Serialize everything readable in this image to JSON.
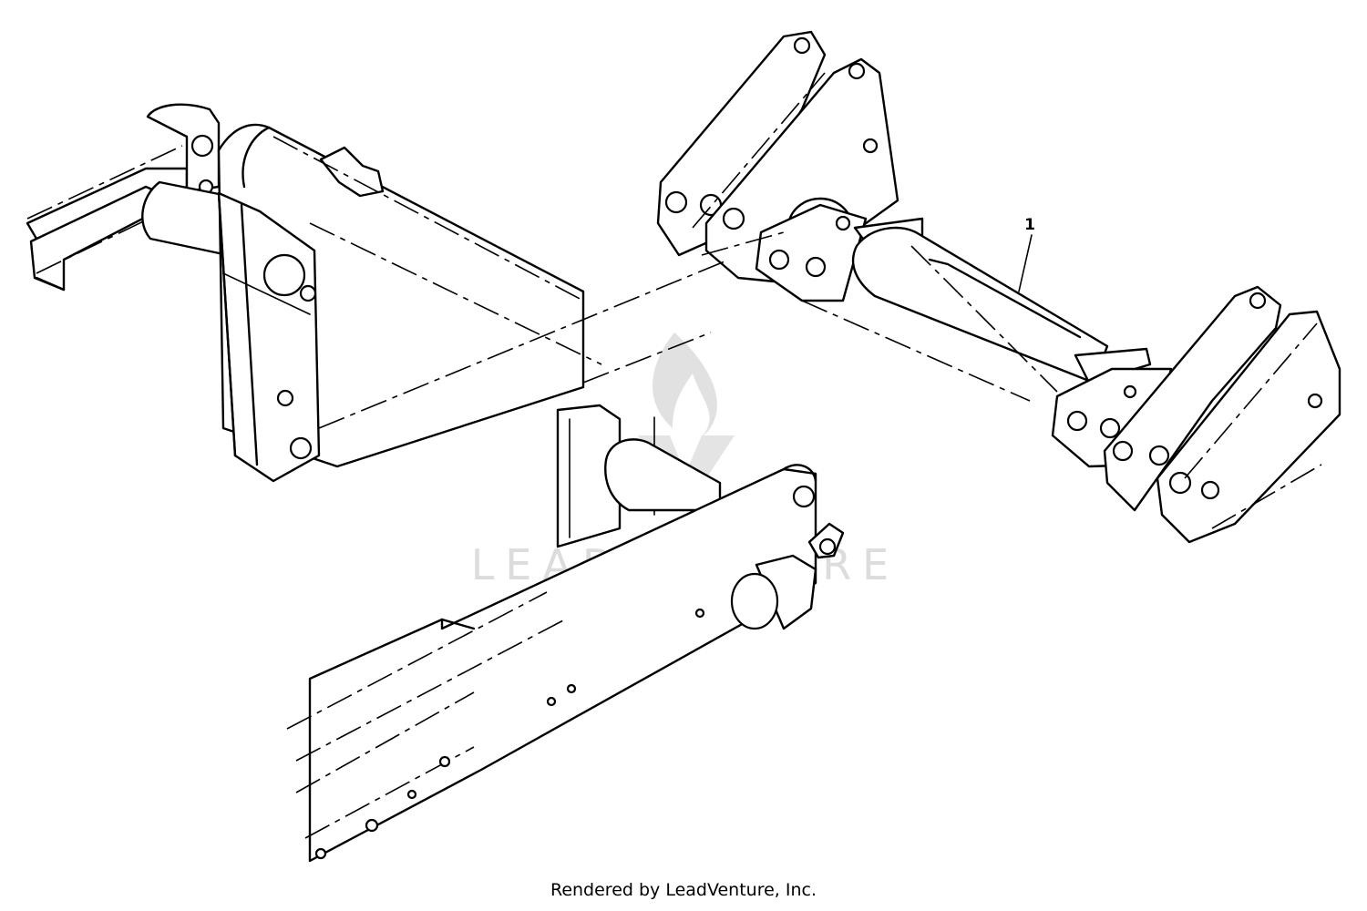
{
  "diagram": {
    "callouts": [
      {
        "label": "1"
      }
    ],
    "watermark": "LEADVENTURE",
    "footer": "Rendered by LeadVenture, Inc."
  },
  "colors": {
    "line": "#000000",
    "background": "#ffffff",
    "watermark": "#d9d9d9"
  }
}
